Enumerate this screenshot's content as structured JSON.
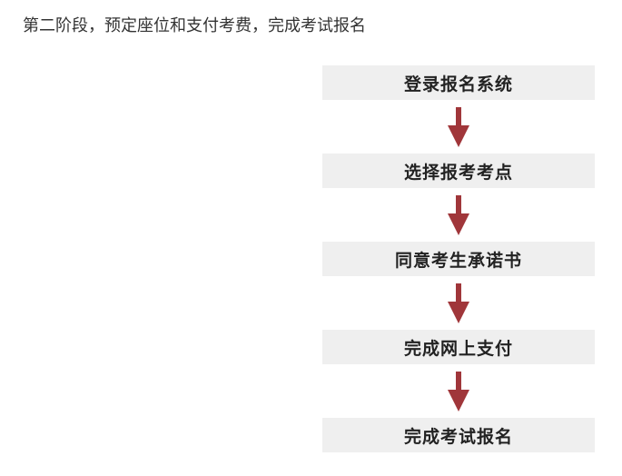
{
  "heading": "第二阶段，预定座位和支付考费，完成考试报名",
  "steps": [
    {
      "label": "登录报名系统"
    },
    {
      "label": "选择报考考点"
    },
    {
      "label": "同意考生承诺书"
    },
    {
      "label": "完成网上支付"
    },
    {
      "label": "完成考试报名"
    }
  ],
  "colors": {
    "arrow": "#a0363a",
    "box_fill": "#efefef",
    "text": "#222222"
  },
  "icons": {
    "connector": "arrow-down-icon"
  }
}
